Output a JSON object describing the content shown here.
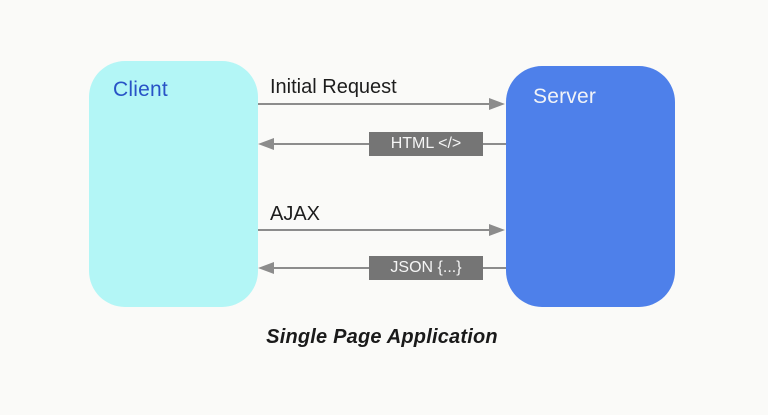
{
  "diagram": {
    "caption": "Single Page Application",
    "client": {
      "label": "Client"
    },
    "server": {
      "label": "Server"
    },
    "flows": [
      {
        "label": "Initial Request",
        "from": "client",
        "to": "server",
        "direction": "right",
        "style": "plain-text"
      },
      {
        "label": "HTML </>",
        "from": "server",
        "to": "client",
        "direction": "left",
        "style": "badge"
      },
      {
        "label": "AJAX",
        "from": "client",
        "to": "server",
        "direction": "right",
        "style": "plain-text"
      },
      {
        "label": "JSON {...}",
        "from": "server",
        "to": "client",
        "direction": "left",
        "style": "badge"
      }
    ],
    "colors": {
      "background": "#fafaf8",
      "client_fill": "#b3f6f6",
      "client_text": "#2853c6",
      "server_fill": "#4e80ea",
      "server_text": "#f1f3f7",
      "arrow": "#8c8c8c",
      "badge_fill": "#757575",
      "badge_text": "#f5f5f5",
      "flow_label_text": "#1d1d1d",
      "caption_text": "#1a1a1a"
    }
  }
}
